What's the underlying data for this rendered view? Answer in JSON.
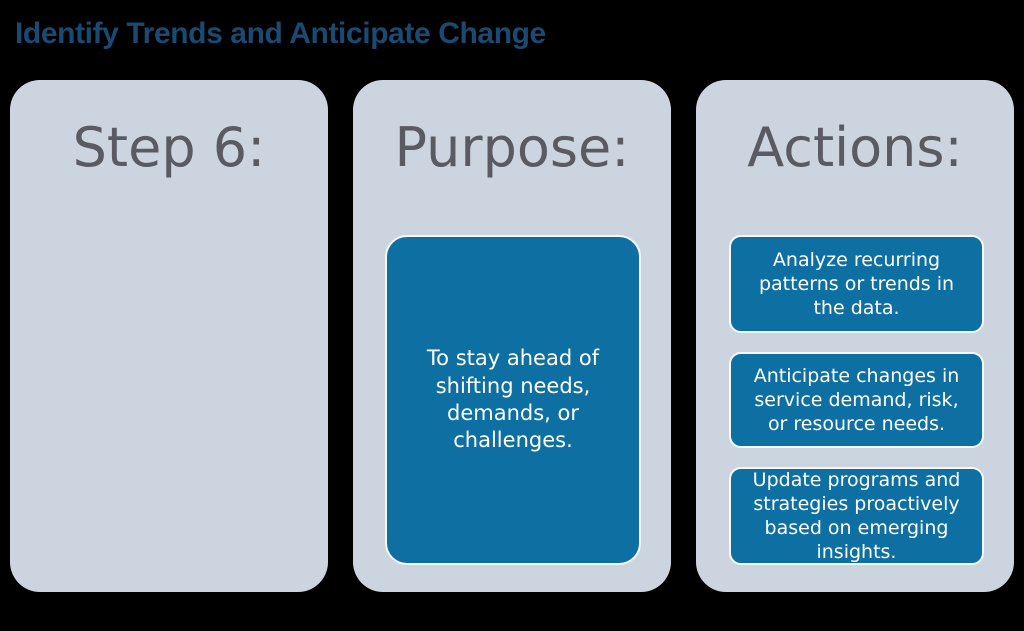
{
  "title": {
    "text": "Identify Trends and Anticipate Change"
  },
  "columns": [
    {
      "id": "step",
      "heading": "Step 6:",
      "boxes": []
    },
    {
      "id": "purpose",
      "heading": "Purpose:",
      "boxes": [
        "To stay ahead of\nshifting needs,\ndemands, or\nchallenges."
      ]
    },
    {
      "id": "actions",
      "heading": "Actions:",
      "boxes": [
        "Analyze recurring\npatterns or trends in\nthe data.",
        "Anticipate changes in\nservice demand, risk,\nor resource needs.",
        "Update programs and\nstrategies proactively\nbased on emerging\ninsights."
      ]
    }
  ],
  "colors": {
    "bg": "#000000",
    "panel": "#CCD5DF",
    "blue": "#0E70A2",
    "box-border": "#F4F8FB",
    "heading": "#595A62",
    "title": "#1A4A72",
    "box-text": "#FFFFFF"
  }
}
